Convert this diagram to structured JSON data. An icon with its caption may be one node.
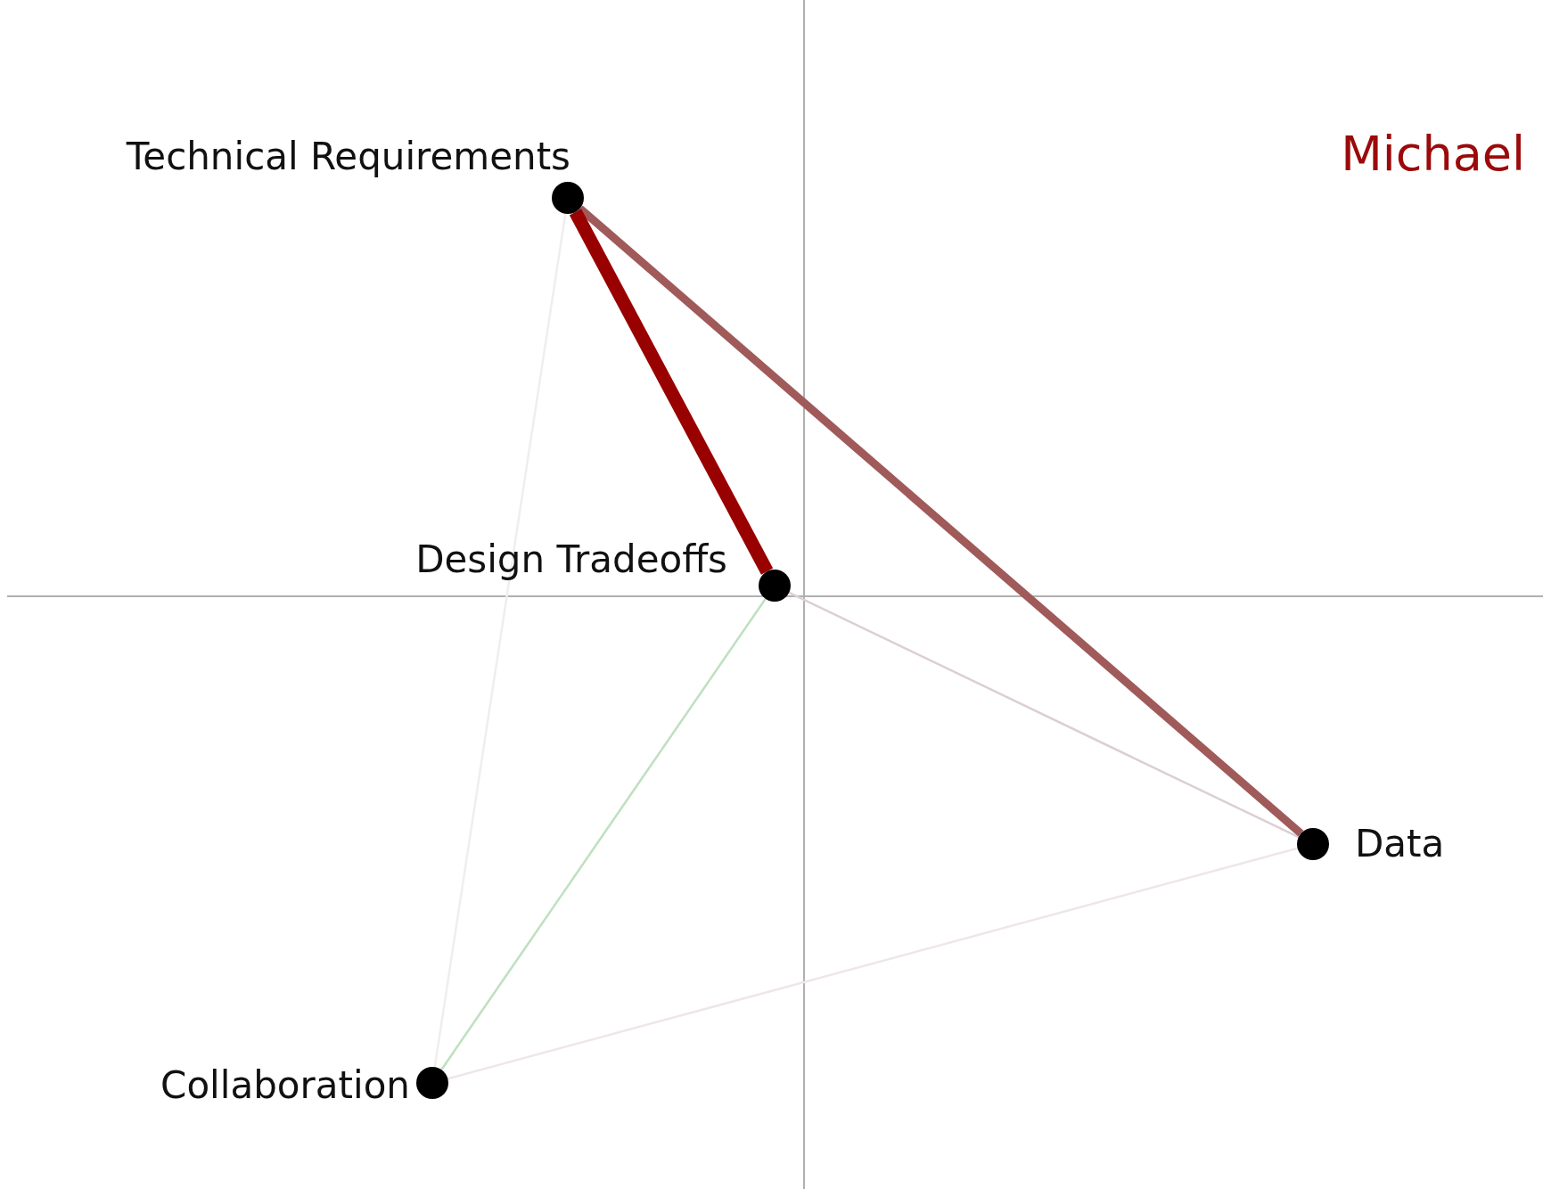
{
  "diagram": {
    "nodes": [
      {
        "text": [],
        "shape": "circle",
        "beside": [
          "Technical Requirements"
        ]
      },
      {
        "text": [],
        "shape": "circle",
        "beside": [
          "Design Tradeoffs"
        ]
      },
      {
        "text": [],
        "shape": "circle",
        "beside": [
          "Data"
        ]
      },
      {
        "text": [],
        "shape": "circle",
        "beside": [
          "Collaboration"
        ]
      }
    ],
    "edges": [
      {
        "from": 0,
        "to": 1,
        "arrow": "none",
        "style": "thick",
        "color": "#990000"
      },
      {
        "from": 0,
        "to": 2,
        "arrow": "none",
        "style": "thick",
        "color": "#a05a5a"
      },
      {
        "from": 1,
        "to": 2,
        "arrow": "none",
        "color": "#dccfd3"
      },
      {
        "from": 1,
        "to": 3,
        "arrow": "none",
        "color": "#bfe0bf"
      },
      {
        "from": 3,
        "to": 0,
        "arrow": "none",
        "color": "#f2eded"
      },
      {
        "from": 3,
        "to": 2,
        "arrow": "none",
        "color": "#efe6e6"
      }
    ],
    "labels": [
      "Michael"
    ]
  }
}
